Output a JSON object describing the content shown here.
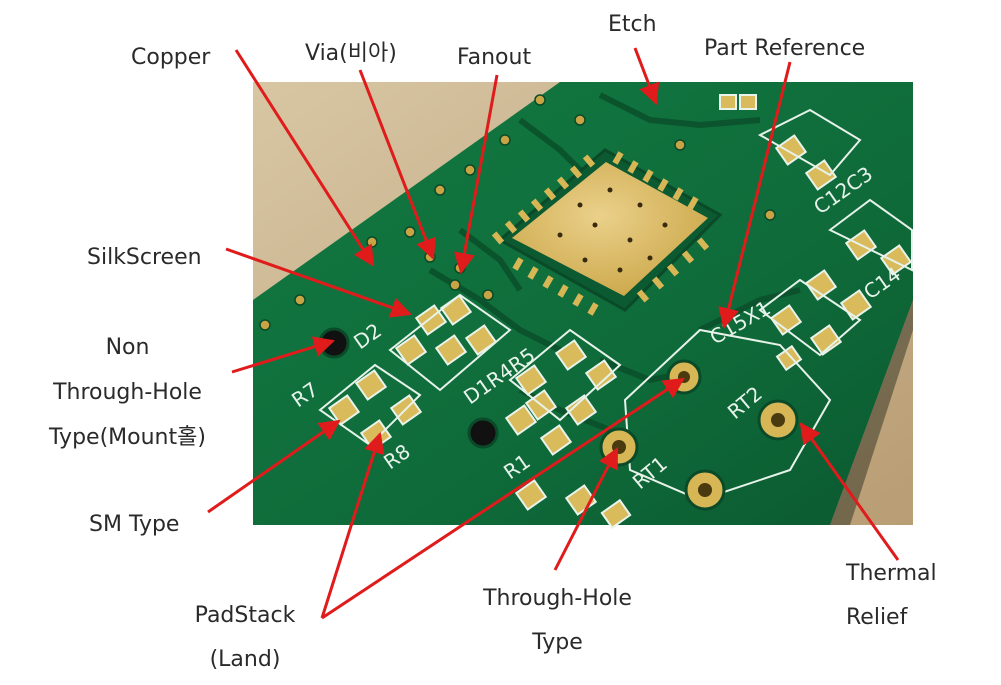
{
  "labels": {
    "copper": "Copper",
    "via": "Via(비아)",
    "fanout": "Fanout",
    "etch": "Etch",
    "part_reference": "Part Reference",
    "silkscreen": "SilkScreen",
    "non_through_hole": [
      "Non",
      "Through-Hole",
      "Type(Mount홀)"
    ],
    "sm_type": "SM Type",
    "padstack": [
      "PadStack",
      "(Land)"
    ],
    "through_hole": [
      "Through-Hole",
      "Type"
    ],
    "thermal_relief": [
      "Thermal",
      "Relief"
    ]
  },
  "silkscreen_text": {
    "d2": "D2",
    "r7": "R7",
    "r8": "R8",
    "d1r4r5": "D1R4R5",
    "rt1": "RT1",
    "rt2": "RT2",
    "c15x1": "C15X1",
    "c12c3": "C12C3",
    "c14": "C14",
    "r1": "R1"
  },
  "colors": {
    "board_green": "#0f6b3a",
    "board_dark": "#0a4a28",
    "gold": "#d7b655",
    "silk": "#e6f2ea",
    "arrow_red": "#e01b1b",
    "wood": "#c9b48f"
  }
}
